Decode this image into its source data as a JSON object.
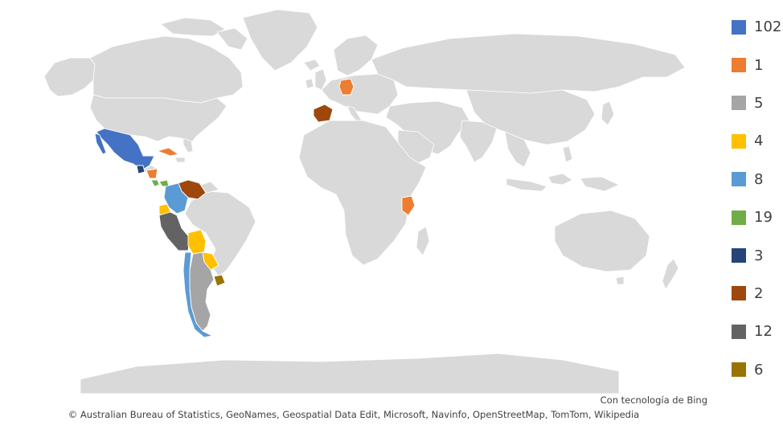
{
  "legend": {
    "items": [
      {
        "label": "102",
        "color": "#4472C4"
      },
      {
        "label": "1",
        "color": "#ED7D31"
      },
      {
        "label": "5",
        "color": "#A5A5A5"
      },
      {
        "label": "4",
        "color": "#FFC000"
      },
      {
        "label": "8",
        "color": "#5B9BD5"
      },
      {
        "label": "19",
        "color": "#70AD47"
      },
      {
        "label": "3",
        "color": "#264478"
      },
      {
        "label": "2",
        "color": "#9E480E"
      },
      {
        "label": "12",
        "color": "#636363"
      },
      {
        "label": "6",
        "color": "#997300"
      }
    ]
  },
  "map": {
    "land_color": "#D9D9D9",
    "border_color": "#FFFFFF",
    "regions": [
      {
        "name": "Mexico",
        "value": "102"
      },
      {
        "name": "Guatemala",
        "value": "3"
      },
      {
        "name": "Cuba",
        "value": "1"
      },
      {
        "name": "Nicaragua",
        "value": "1"
      },
      {
        "name": "Costa Rica",
        "value": "19"
      },
      {
        "name": "Panama",
        "value": "19"
      },
      {
        "name": "Venezuela",
        "value": "2"
      },
      {
        "name": "Colombia",
        "value": "8"
      },
      {
        "name": "Ecuador",
        "value": "4"
      },
      {
        "name": "Peru",
        "value": "12"
      },
      {
        "name": "Bolivia",
        "value": "4"
      },
      {
        "name": "Paraguay",
        "value": "4"
      },
      {
        "name": "Chile",
        "value": "8"
      },
      {
        "name": "Argentina",
        "value": "5"
      },
      {
        "name": "Uruguay",
        "value": "6"
      },
      {
        "name": "Spain",
        "value": "2"
      },
      {
        "name": "Germany",
        "value": "1"
      },
      {
        "name": "Kenya",
        "value": "1"
      }
    ]
  },
  "footer": {
    "credit": "Con tecnología de Bing",
    "attribution": "© Australian Bureau of Statistics, GeoNames, Geospatial Data Edit, Microsoft, Navinfo, OpenStreetMap, TomTom, Wikipedia"
  }
}
